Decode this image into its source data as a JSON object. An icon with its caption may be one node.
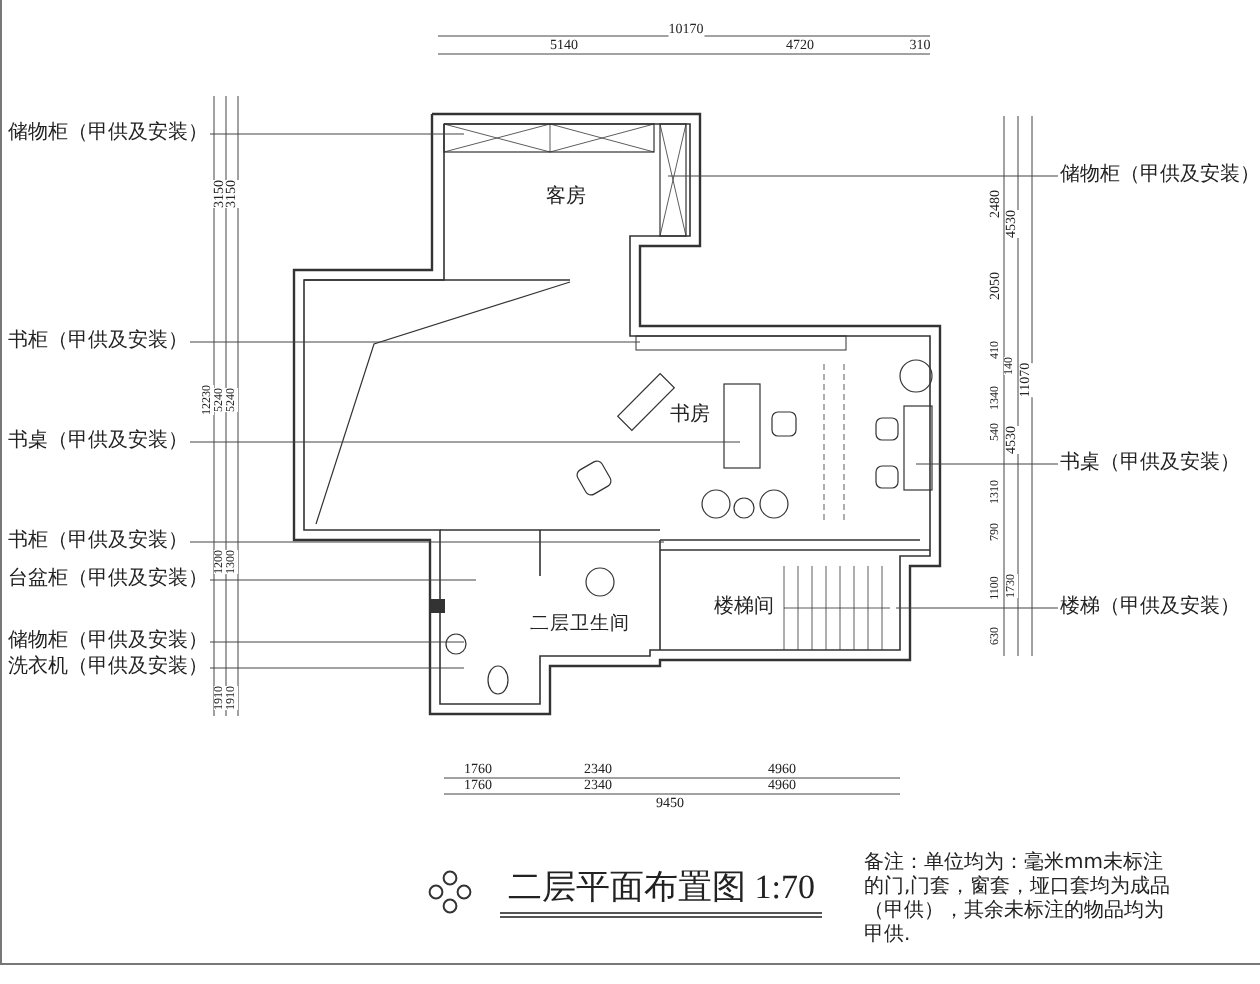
{
  "diagram": {
    "title": "二层平面布置图 1:70",
    "nodes": [
      {
        "text": [
          "储物柜（甲供及安装）"
        ]
      },
      {
        "text": [
          "储物柜（甲供及安装）"
        ]
      },
      {
        "text": [
          "书柜（甲供及安装）"
        ]
      },
      {
        "text": [
          "书桌（甲供及安装）"
        ]
      },
      {
        "text": [
          "书桌（甲供及安装）"
        ]
      },
      {
        "text": [
          "书柜（甲供及安装）"
        ]
      },
      {
        "text": [
          "台盆柜（甲供及安装）"
        ]
      },
      {
        "text": [
          "楼梯（甲供及安装）"
        ]
      },
      {
        "text": [
          "储物柜（甲供及安装）"
        ]
      },
      {
        "text": [
          "洗衣机（甲供及安装）"
        ]
      }
    ],
    "edges": [
      {
        "from": 0,
        "to": null,
        "arrow": "none"
      },
      {
        "from": 1,
        "to": null,
        "arrow": "none"
      },
      {
        "from": 2,
        "to": null,
        "arrow": "none"
      },
      {
        "from": 3,
        "to": null,
        "arrow": "none"
      },
      {
        "from": 4,
        "to": null,
        "arrow": "none"
      },
      {
        "from": 5,
        "to": null,
        "arrow": "none"
      },
      {
        "from": 6,
        "to": null,
        "arrow": "none"
      },
      {
        "from": 7,
        "to": null,
        "arrow": "none"
      },
      {
        "from": 8,
        "to": null,
        "arrow": "none"
      },
      {
        "from": 9,
        "to": null,
        "arrow": "none"
      }
    ],
    "labels": [
      "10170",
      "5140",
      "4720",
      "310",
      "3150",
      "3150",
      "客房",
      "2480",
      "4530",
      "2050",
      "410",
      "140",
      "1340",
      "11070",
      "540",
      "4530",
      "书房",
      "12230",
      "5240",
      "5240",
      "1310",
      "790",
      "1200",
      "1300",
      "1100",
      "1730",
      "楼梯间",
      "630",
      "二层卫生间",
      "1910",
      "1910",
      "1760",
      "2340",
      "4960",
      "1760",
      "2340",
      "4960",
      "9450",
      "备注：单位均为：毫米mm未标注的门,门套，窗套，垭口套均为成品（甲供），其余未标注的物品均为甲供."
    ]
  }
}
